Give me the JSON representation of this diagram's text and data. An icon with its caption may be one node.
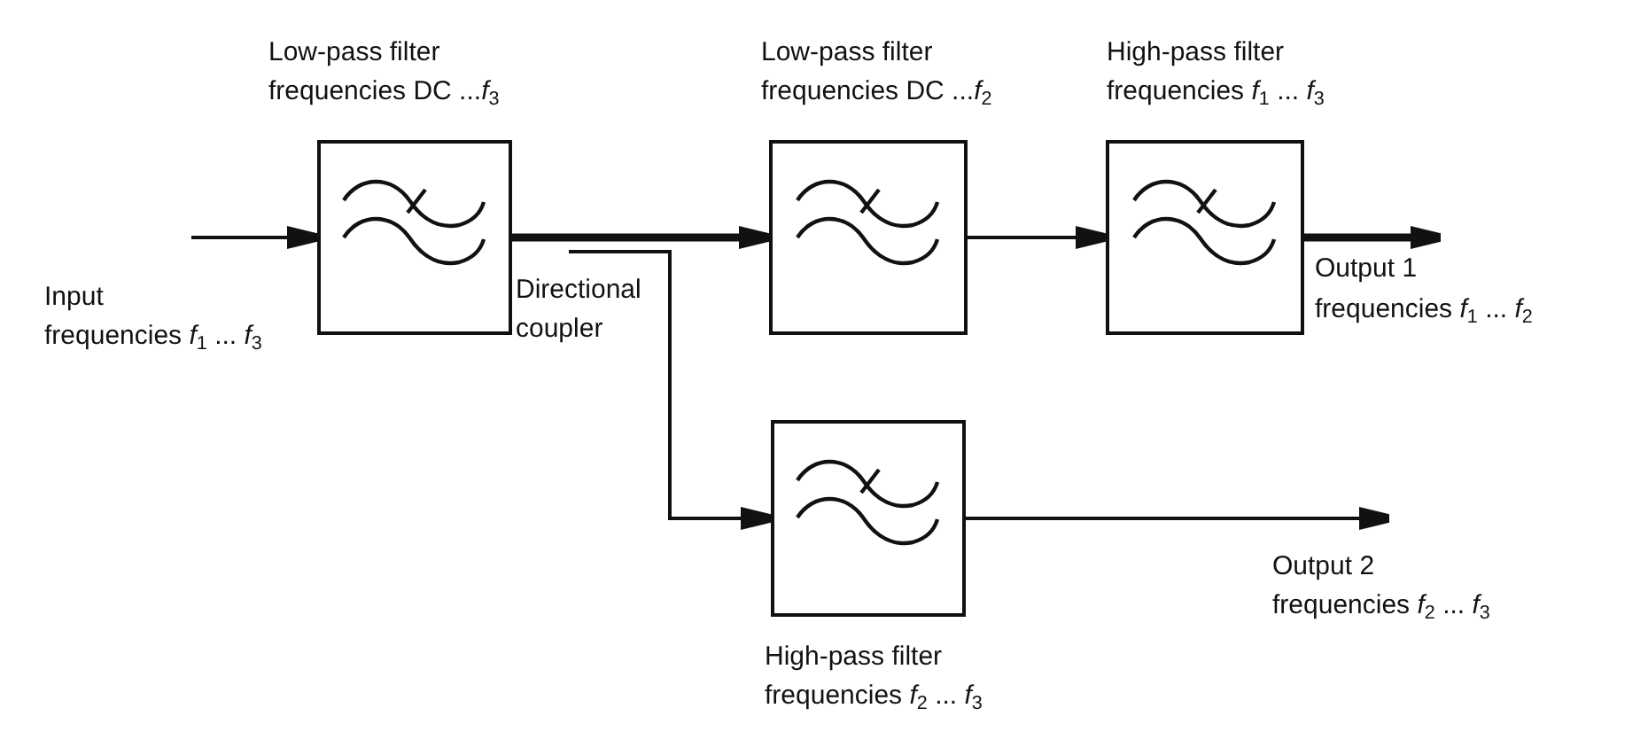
{
  "diagram": {
    "nodes": [
      {
        "text": [
          "Low-pass filter",
          "frequencies DC ...*f*$_{3}$"
        ]
      },
      {
        "text": [
          "Low-pass filter",
          "frequencies DC ...*f*$_{2}$"
        ]
      },
      {
        "text": [
          "High-pass filter",
          "frequencies *f*$_{1}$ ... *f*$_{3}$"
        ]
      },
      {
        "text": [
          "High-pass filter",
          "frequencies *f*$_{2}$ ... *f*$_{3}$"
        ]
      }
    ],
    "edges": [
      {
        "from": null,
        "to": 0,
        "arrow": "to"
      },
      {
        "from": 0,
        "to": 1,
        "arrow": "to",
        "style": "thick"
      },
      {
        "from": null,
        "to": 3,
        "arrow": "to"
      },
      {
        "from": 1,
        "to": 2,
        "arrow": "to"
      },
      {
        "from": 2,
        "to": null,
        "arrow": "to",
        "style": "thick"
      },
      {
        "from": 3,
        "to": null,
        "arrow": "to"
      }
    ],
    "labels": [
      "Input",
      "frequencies *f*$_{1}$ ... *f*$_{3}$",
      "Directional coupler",
      "Output 1",
      "frequencies *f*$_{1}$ ... *f*$_{2}$",
      "Output 2",
      "frequencies *f*$_{2}$ ... *f*$_{3}$"
    ]
  }
}
